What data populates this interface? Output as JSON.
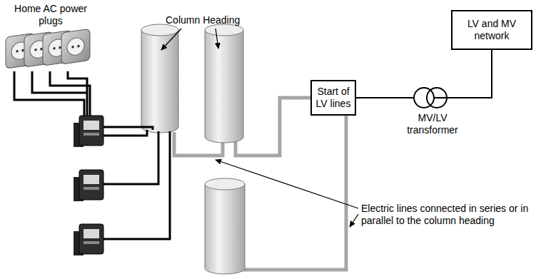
{
  "diagram": {
    "nodes": [
      {
        "text": [
          "Start of LV lines"
        ]
      },
      {
        "text": [
          "LV and MV network"
        ]
      }
    ],
    "edges": [
      {
        "from": 0,
        "to": 1,
        "arrow": "none"
      }
    ],
    "labels": [
      "Home AC power plugs",
      "Column Heading",
      "MV/LV transformer",
      "Electric lines connected in series or in parallel to the column heading"
    ]
  }
}
